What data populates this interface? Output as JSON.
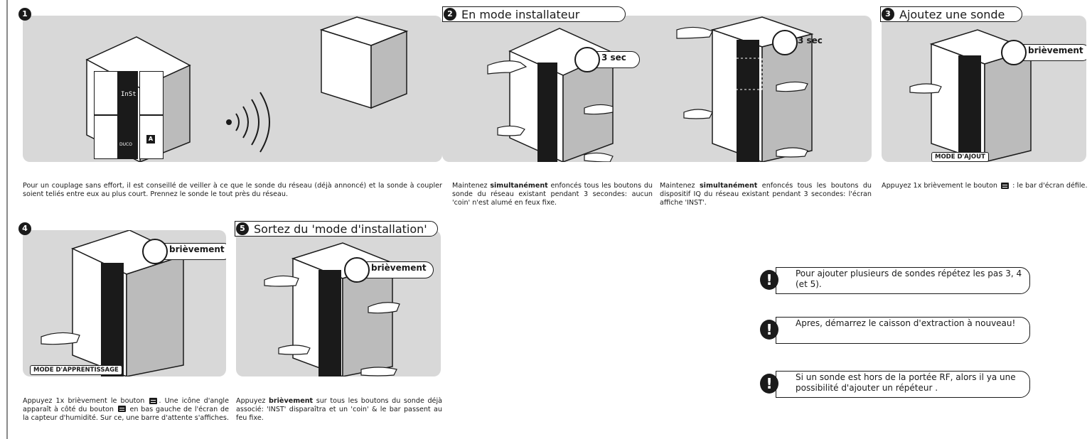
{
  "steps": {
    "s1": {
      "num": "1",
      "caption": "Pour un couplage sans effort, il est conseillé de veiller à ce que le sonde du réseau (déjà annoncé) et la sonde à coupler soient teliés entre eux au plus court. Prennez le sonde le tout près du réseau."
    },
    "s2": {
      "num": "2",
      "title": "En mode installateur",
      "caption_a_pre": "Maintenez ",
      "caption_a_bold": "simultanément",
      "caption_a_post": " enfoncés tous les boutons du sonde du réseau existant pendant 3 secondes: aucun 'coin' n'est alumé en feux fixe.",
      "caption_b_pre": "Maintenez ",
      "caption_b_bold": "simultanément",
      "caption_b_post": " enfoncés tous les boutons du dispositif IQ du réseau existant pendant 3 secondes: l'écran affiche 'INST'.",
      "timer": "3 sec"
    },
    "s3": {
      "num": "3",
      "title": "Ajoutez une sonde",
      "timer": "brièvement",
      "mode": "MODE D'AJOUT",
      "caption_pre": "Appuyez 1x brièvement le bouton",
      "caption_post": ": le bar d'écran défile."
    },
    "s4": {
      "num": "4",
      "timer": "brièvement",
      "mode": "MODE D'APPRENTISSAGE",
      "caption_1": "Appuyez 1x brièvement le bouton",
      "caption_2": ". Une icône d'angle apparaît à côté du bouton",
      "caption_3": "en bas gauche de l'écran de la capteur d'humidité. Sur ce, une barre d'attente s'affiches."
    },
    "s5": {
      "num": "5",
      "title": "Sortez du 'mode d'installation'",
      "timer": "brièvement",
      "caption_pre": "Appuyez ",
      "caption_bold": "brièvement",
      "caption_post": " sur tous les boutons du sonde déjà associé: 'INST' disparaîtra et un 'coin' & le bar passent au feu fixe."
    }
  },
  "device": {
    "display_text": "InSt",
    "brand": "DUCO",
    "auto_button": "A"
  },
  "notes": [
    {
      "text": "Pour ajouter plusieurs de sondes répétez les pas 3, 4 (et 5)."
    },
    {
      "text": "Apres, démarrez le caisson d'extraction à nouveau!"
    },
    {
      "text": "Si un sonde est hors de la portée RF, alors il ya une possibilité d'ajouter un répéteur ."
    }
  ],
  "colors": {
    "panel": "#d8d8d8",
    "ink": "#1a1a1a",
    "box": "#ffffff"
  }
}
